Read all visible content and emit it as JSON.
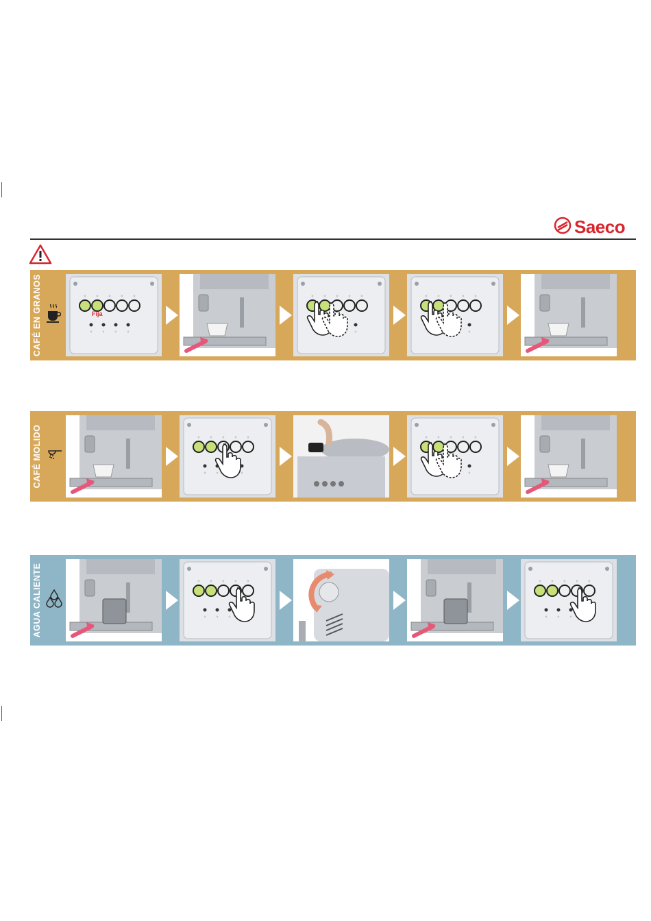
{
  "brand": {
    "name": "Saeco",
    "color": "#d7262e"
  },
  "warning_icon": "warning-triangle-icon",
  "colors": {
    "coffee_band": "#d8a85a",
    "water_band": "#8fb6c6",
    "button_green": "#c7e07a"
  },
  "sections": [
    {
      "label": "CAFÉ EN GRANOS",
      "icon": "coffee-cup-icon",
      "steps": [
        "panel-fija",
        "place-cup",
        "press-two",
        "press-two",
        "remove-cup"
      ],
      "note": "Fija"
    },
    {
      "label": "CAFÉ MOLIDO",
      "icon": "ground-coffee-scoop-icon",
      "steps": [
        "place-cup",
        "press-one",
        "add-ground",
        "press-two",
        "remove-cup"
      ]
    },
    {
      "label": "AGUA CALIENTE",
      "icon": "water-drops-icon",
      "steps": [
        "place-jug",
        "press-water",
        "turn-knob",
        "remove-jug",
        "press-water"
      ]
    }
  ]
}
